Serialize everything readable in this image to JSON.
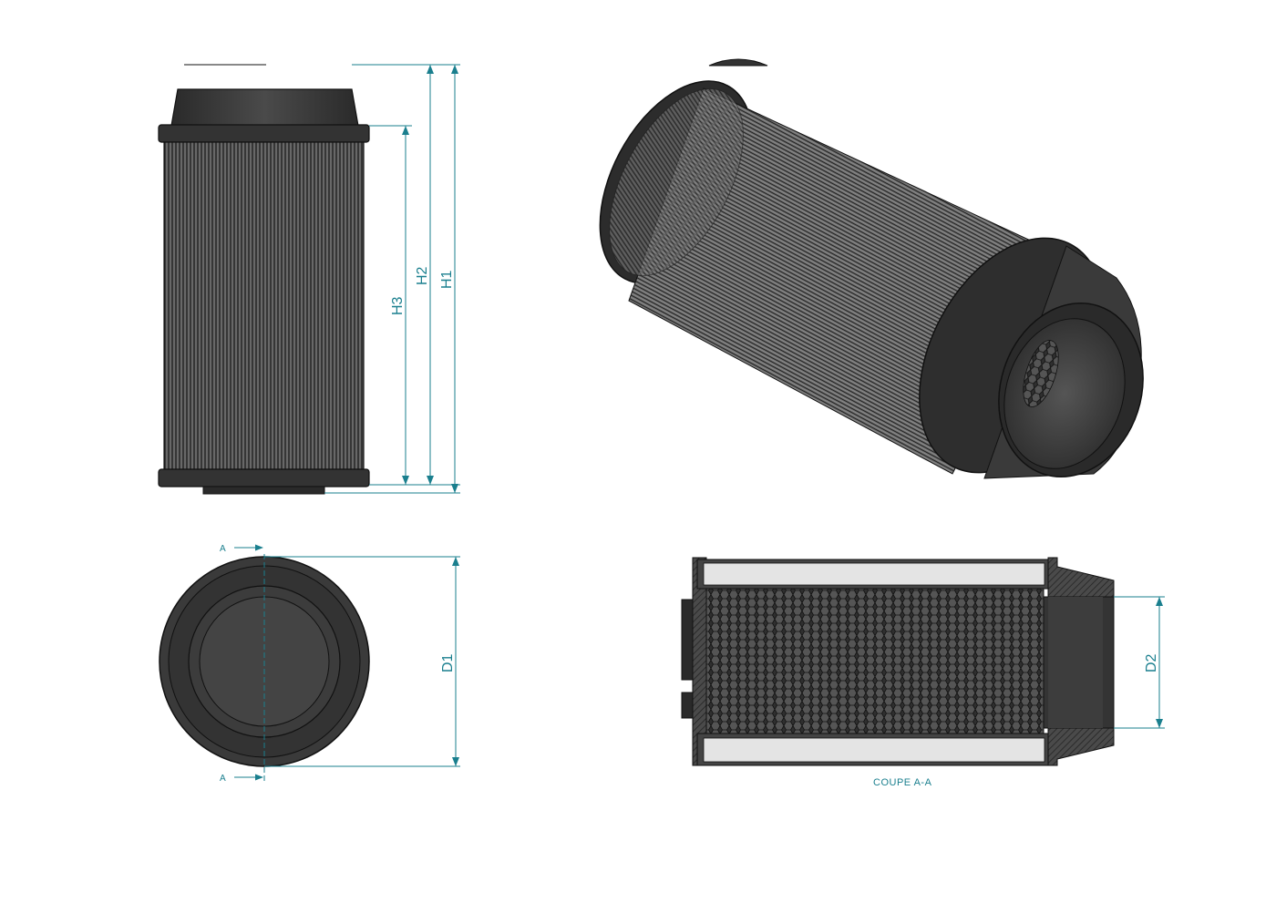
{
  "labels": {
    "h1": "H1",
    "h2": "H2",
    "h3": "H3",
    "d1": "D1",
    "d2": "D2",
    "section_mark_top": "A",
    "section_mark_bottom": "A",
    "section_caption": "COUPE A-A"
  },
  "colors": {
    "dimension": "#1a7f8e",
    "body": "#3b3b3b",
    "outline": "#111111",
    "section_fill": "#e4e4e4"
  }
}
